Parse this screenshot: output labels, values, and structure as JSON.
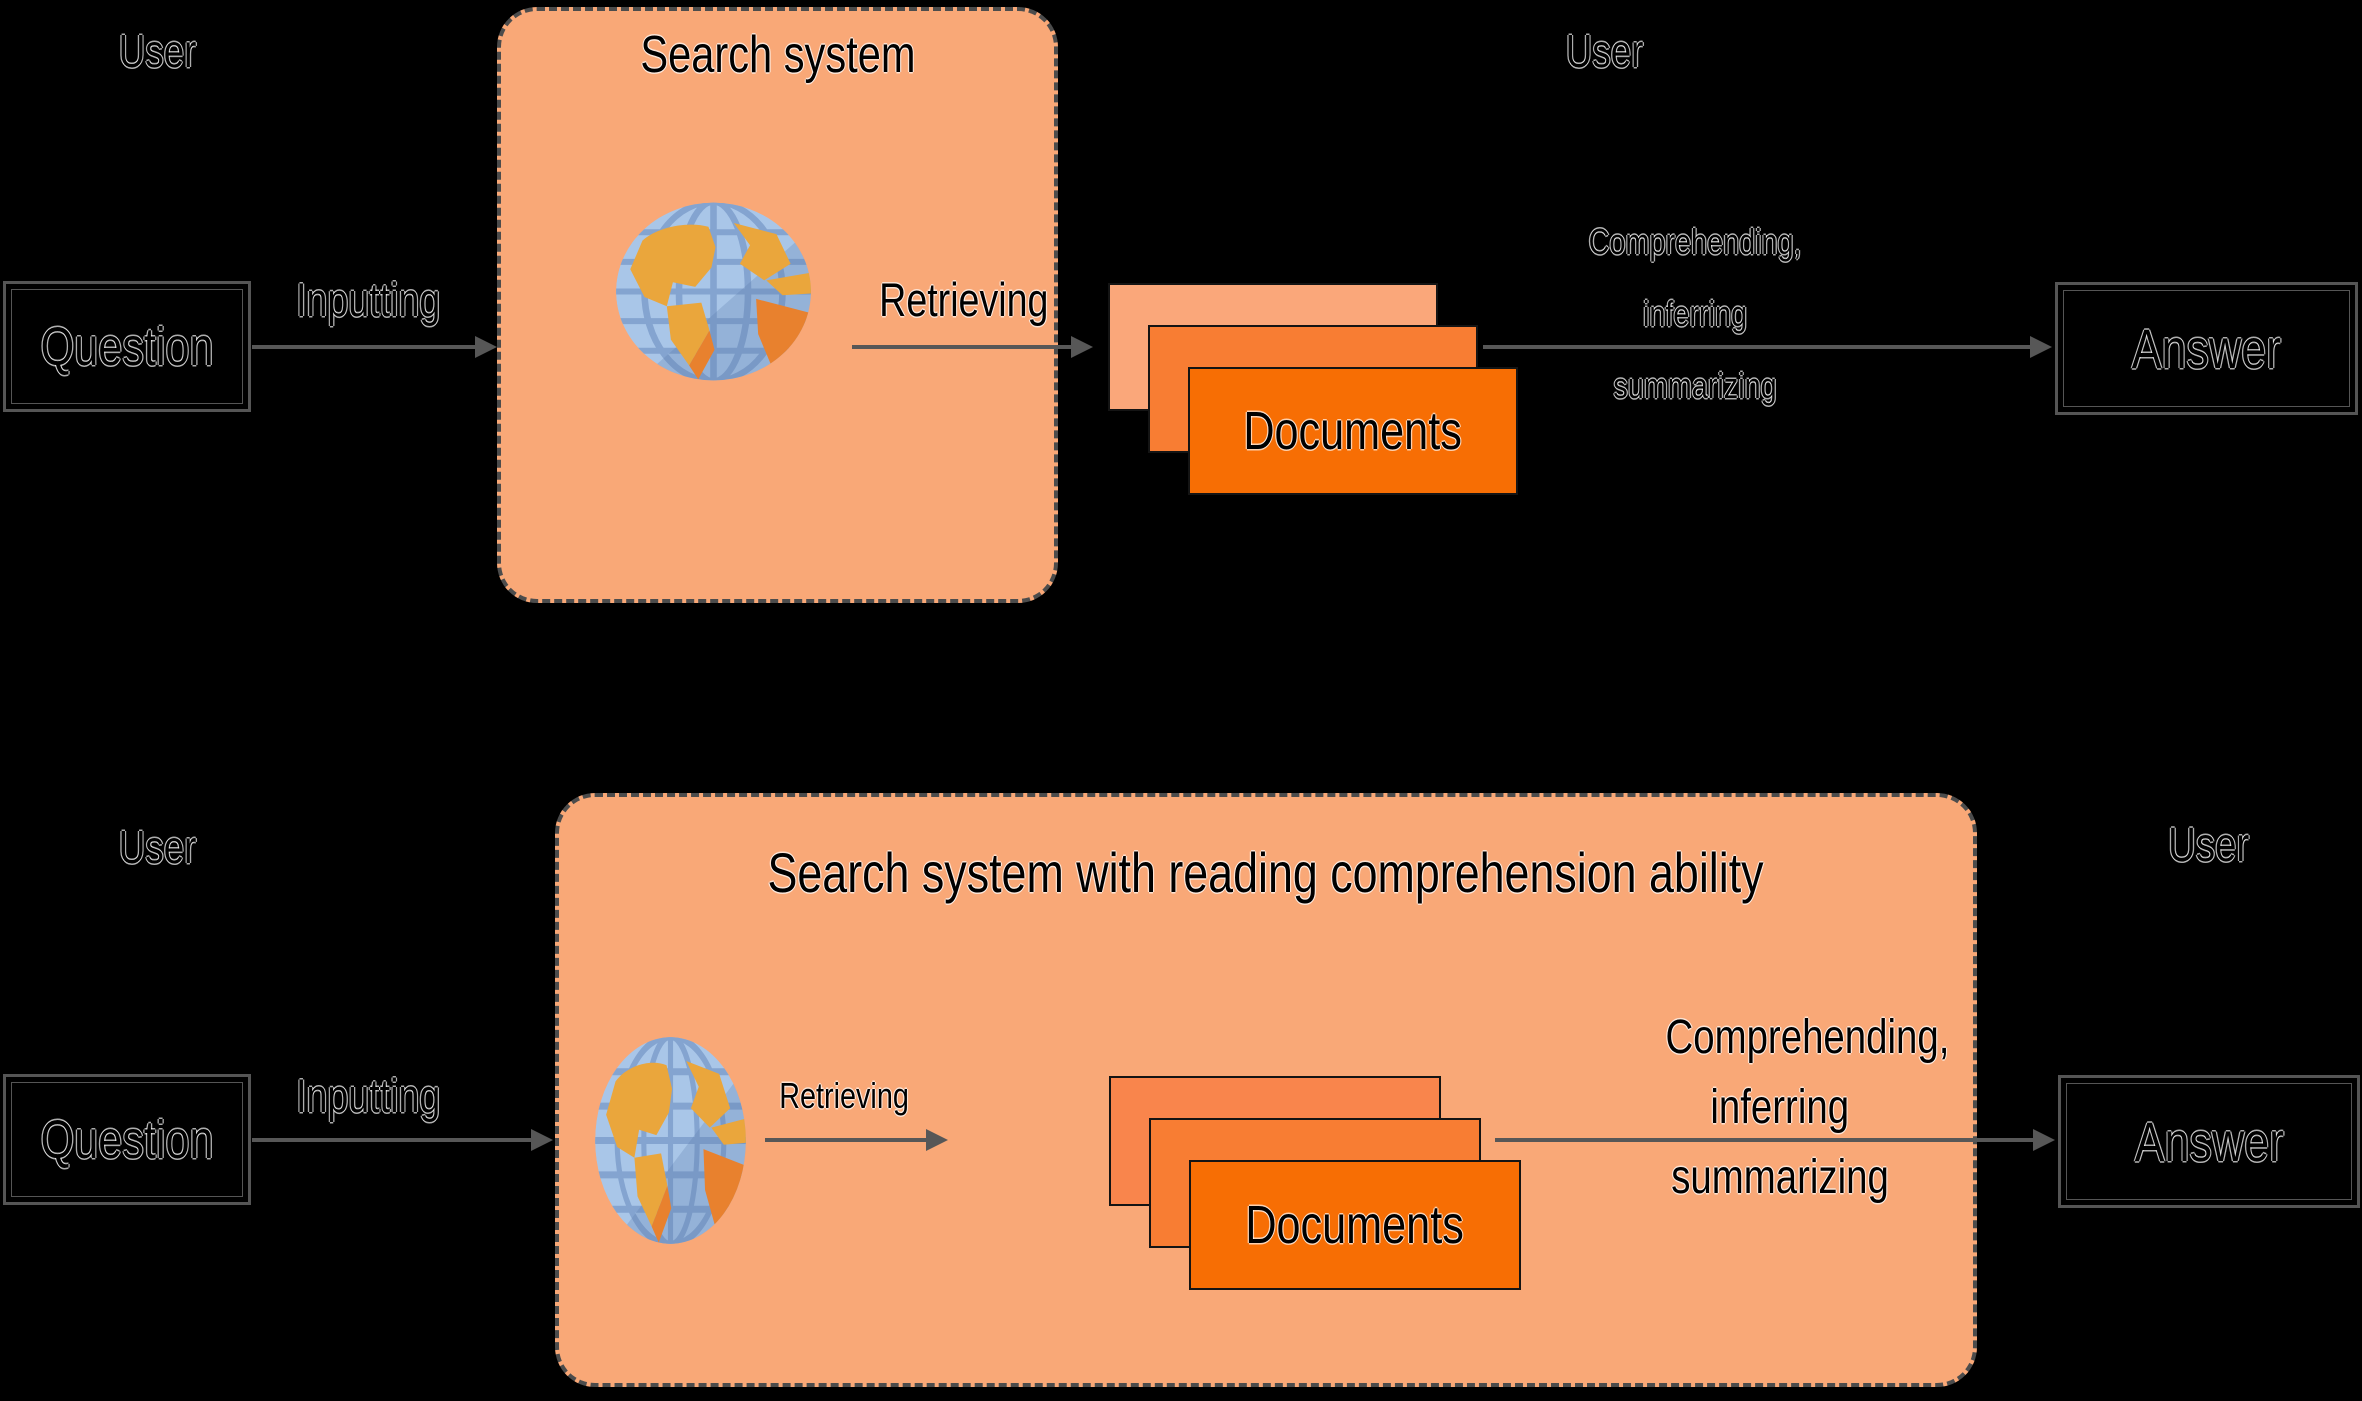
{
  "colors": {
    "background": "#000000",
    "text": "#000000",
    "panel_fill": "#F9A877",
    "panel_border": "#4C4C4C",
    "arrow": "#575757",
    "node_border": "#555555",
    "doc_back_light": "#FAA77A",
    "doc_back": "#F9854C",
    "doc_middle": "#F87D33",
    "doc_front": "#F76E04",
    "doc_outline": "#141414",
    "globe_base": "#A9C6E8",
    "globe_grid": "#84A4D0",
    "globe_shade": "#5C7CAE",
    "globe_land_gold": "#EAA63C",
    "globe_land_orange": "#E8812E"
  },
  "icons": {
    "globe": "globe-icon"
  },
  "top_flow": {
    "actor_left": "User",
    "question_label": "Question",
    "inputting_label": "Inputting",
    "system_title": "Search system",
    "retrieving_label": "Retrieving",
    "documents_label": "Documents",
    "comprehending_lines": [
      "Comprehending,",
      "inferring",
      "summarizing"
    ],
    "answer_label": "Answer",
    "actor_right": "User"
  },
  "bottom_flow": {
    "actor_left": "User",
    "question_label": "Question",
    "inputting_label": "Inputting",
    "system_title": "Search system with reading comprehension ability",
    "retrieving_label": "Retrieving",
    "documents_label": "Documents",
    "comprehending_lines": [
      "Comprehending,",
      "inferring",
      "summarizing"
    ],
    "answer_label": "Answer",
    "actor_right": "User"
  }
}
